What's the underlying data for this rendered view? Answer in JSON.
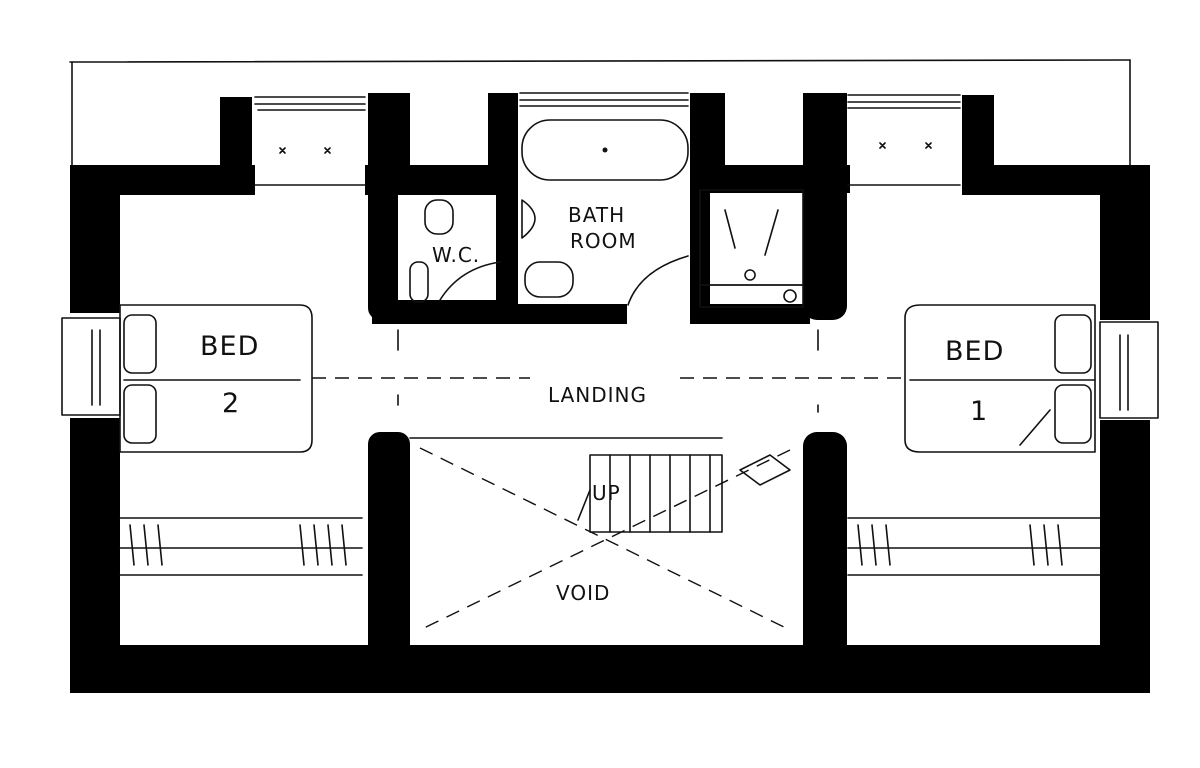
{
  "plan": {
    "labels": {
      "bed_2": "BED",
      "bed_2_number": "2",
      "bed_1": "BED",
      "bed_1_number": "1",
      "bath": "BATH",
      "room": "ROOM",
      "wc": "W.C.",
      "landing": "LANDING",
      "void": "VOID",
      "up": "UP"
    },
    "colors": {
      "wall": "#000000",
      "line": "#111111",
      "paper": "#ffffff"
    }
  }
}
